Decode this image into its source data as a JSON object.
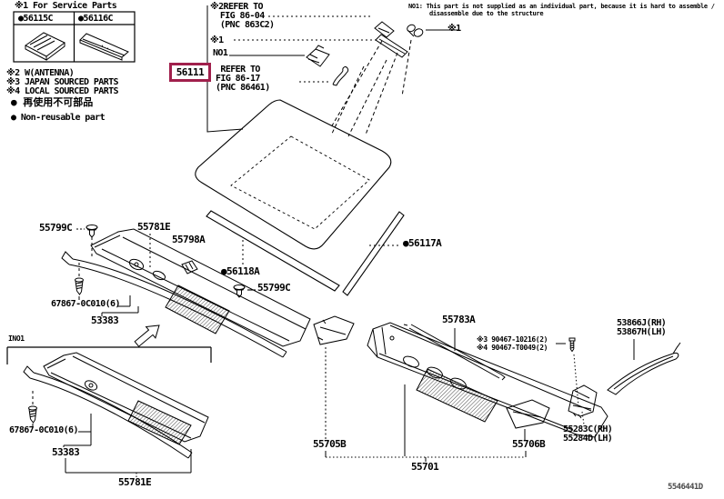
{
  "colors": {
    "highlight": "#A0204C",
    "line": "#000000",
    "bg": "#ffffff"
  },
  "legend": {
    "title": "※1 For Service Parts",
    "col1": "●56115C",
    "col2": "●56116C",
    "note2": "※2 W(ANTENNA)",
    "note3": "※3 JAPAN SOURCED PARTS",
    "note4": "※4 LOCAL SOURCED PARTS",
    "bullet1": "● 再使用不可部品",
    "bullet2": "● Non-reusable part"
  },
  "top_note": {
    "line1": "NO1: This part is not supplied as an individual part, because it is hard to assemble /",
    "line2": "disassemble due to the structure"
  },
  "windshield": {
    "refer_top": "※2REFER TO\n  FIG 86-04\n  (PNC 863C2)",
    "marker1": "※1",
    "no1_label": "NO1",
    "part_number": "56111",
    "refer_bottom": " REFER TO\nFIG 86-17\n(PNC 86461)",
    "clip_marker": "※1",
    "molding_left": "●56118A",
    "molding_right": "●56117A",
    "clip_mid": "55799C"
  },
  "cowl_upper": {
    "clip": "55799C",
    "louver": "55781E",
    "clip2": "55798A",
    "screw": "67867-0C010(6)",
    "seal": "53383"
  },
  "cowl_boxed": {
    "frame_label": "INO1",
    "screw": "67867-0C010(6)",
    "seal": "53383",
    "louver": "55781E"
  },
  "cowl_panel": {
    "rod": "55783A",
    "fastener_jp": "※3 90467-10216(2)",
    "fastener_local": "※4 90467-T0049(2)",
    "seal_side": "53866J(RH)\n53867H(LH)",
    "brace_side": "55283C(RH)\n55284D(LH)",
    "side_left": "55705B",
    "side_right": "55706B",
    "panel": "55701"
  },
  "footer": {
    "drawing_code": "5546441D"
  }
}
